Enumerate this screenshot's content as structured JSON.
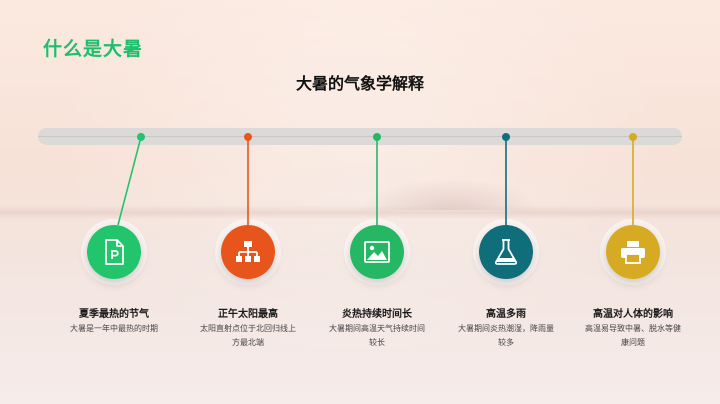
{
  "section_title": "什么是大暑",
  "main_title": "大暑的气象学解释",
  "items": [
    {
      "title": "夏季最热的节气",
      "desc": "大暑是一年中最热的时期",
      "color": "#22c46c",
      "icon": "document-icon"
    },
    {
      "title": "正午太阳最高",
      "desc": "太阳直射点位于北回归线上方最北端",
      "color": "#e8551c",
      "icon": "hierarchy-icon"
    },
    {
      "title": "炎热持续时间长",
      "desc": "大暑期间高温天气持续时间较长",
      "color": "#26b765",
      "icon": "image-icon"
    },
    {
      "title": "高温多雨",
      "desc": "大暑期间炎热潮湿，降雨量较多",
      "color": "#0f6e79",
      "icon": "flask-icon"
    },
    {
      "title": "高温对人体的影响",
      "desc": "高温易导致中暑、脱水等健康问题",
      "color": "#d6aa22",
      "icon": "printer-icon"
    }
  ]
}
